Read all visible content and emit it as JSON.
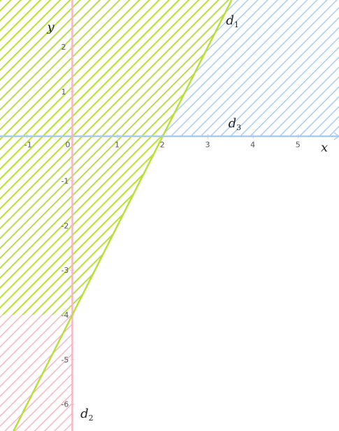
{
  "chart_data": {
    "type": "inequality-regions",
    "xlim": [
      -1.6,
      5.9
    ],
    "ylim": [
      -6.6,
      3.05
    ],
    "grid": false,
    "axis_labels": {
      "x": "x",
      "y": "y"
    },
    "x_ticks": [
      {
        "value": -1,
        "text": "-1"
      },
      {
        "value": 0,
        "text": "0"
      },
      {
        "value": 1,
        "text": "1"
      },
      {
        "value": 2,
        "text": "2"
      },
      {
        "value": 3,
        "text": "3"
      },
      {
        "value": 4,
        "text": "4"
      },
      {
        "value": 5,
        "text": "5"
      }
    ],
    "y_ticks": [
      {
        "value": 2,
        "text": "2"
      },
      {
        "value": 1,
        "text": "1"
      },
      {
        "value": -1,
        "text": "-1"
      },
      {
        "value": -2,
        "text": "-2"
      },
      {
        "value": -3,
        "text": "-3"
      },
      {
        "value": -4,
        "text": "-4"
      },
      {
        "value": -5,
        "text": "-5"
      },
      {
        "value": -6,
        "text": "-6"
      }
    ],
    "lines": [
      {
        "id": "d1",
        "label": "d",
        "label_sub": "1",
        "equation": "y = 2x - 4",
        "color": "#b8e03a",
        "shaded_side": "left",
        "label_at": [
          3.4,
          2.5
        ]
      },
      {
        "id": "d2",
        "label": "d",
        "label_sub": "2",
        "equation": "x = 0",
        "color": "#f4b7c6",
        "shaded_side": "left",
        "label_at": [
          0.18,
          -6.3
        ]
      },
      {
        "id": "d3",
        "label": "d",
        "label_sub": "3",
        "equation": "y = 0",
        "color": "#a9cdf2",
        "shaded_side": "above",
        "label_at": [
          3.45,
          0.2
        ]
      }
    ],
    "colors": {
      "axis": "#a9cdf2",
      "pink": "#f4b7c6",
      "green": "#b8e03a",
      "blue": "#a9cdf2"
    }
  }
}
